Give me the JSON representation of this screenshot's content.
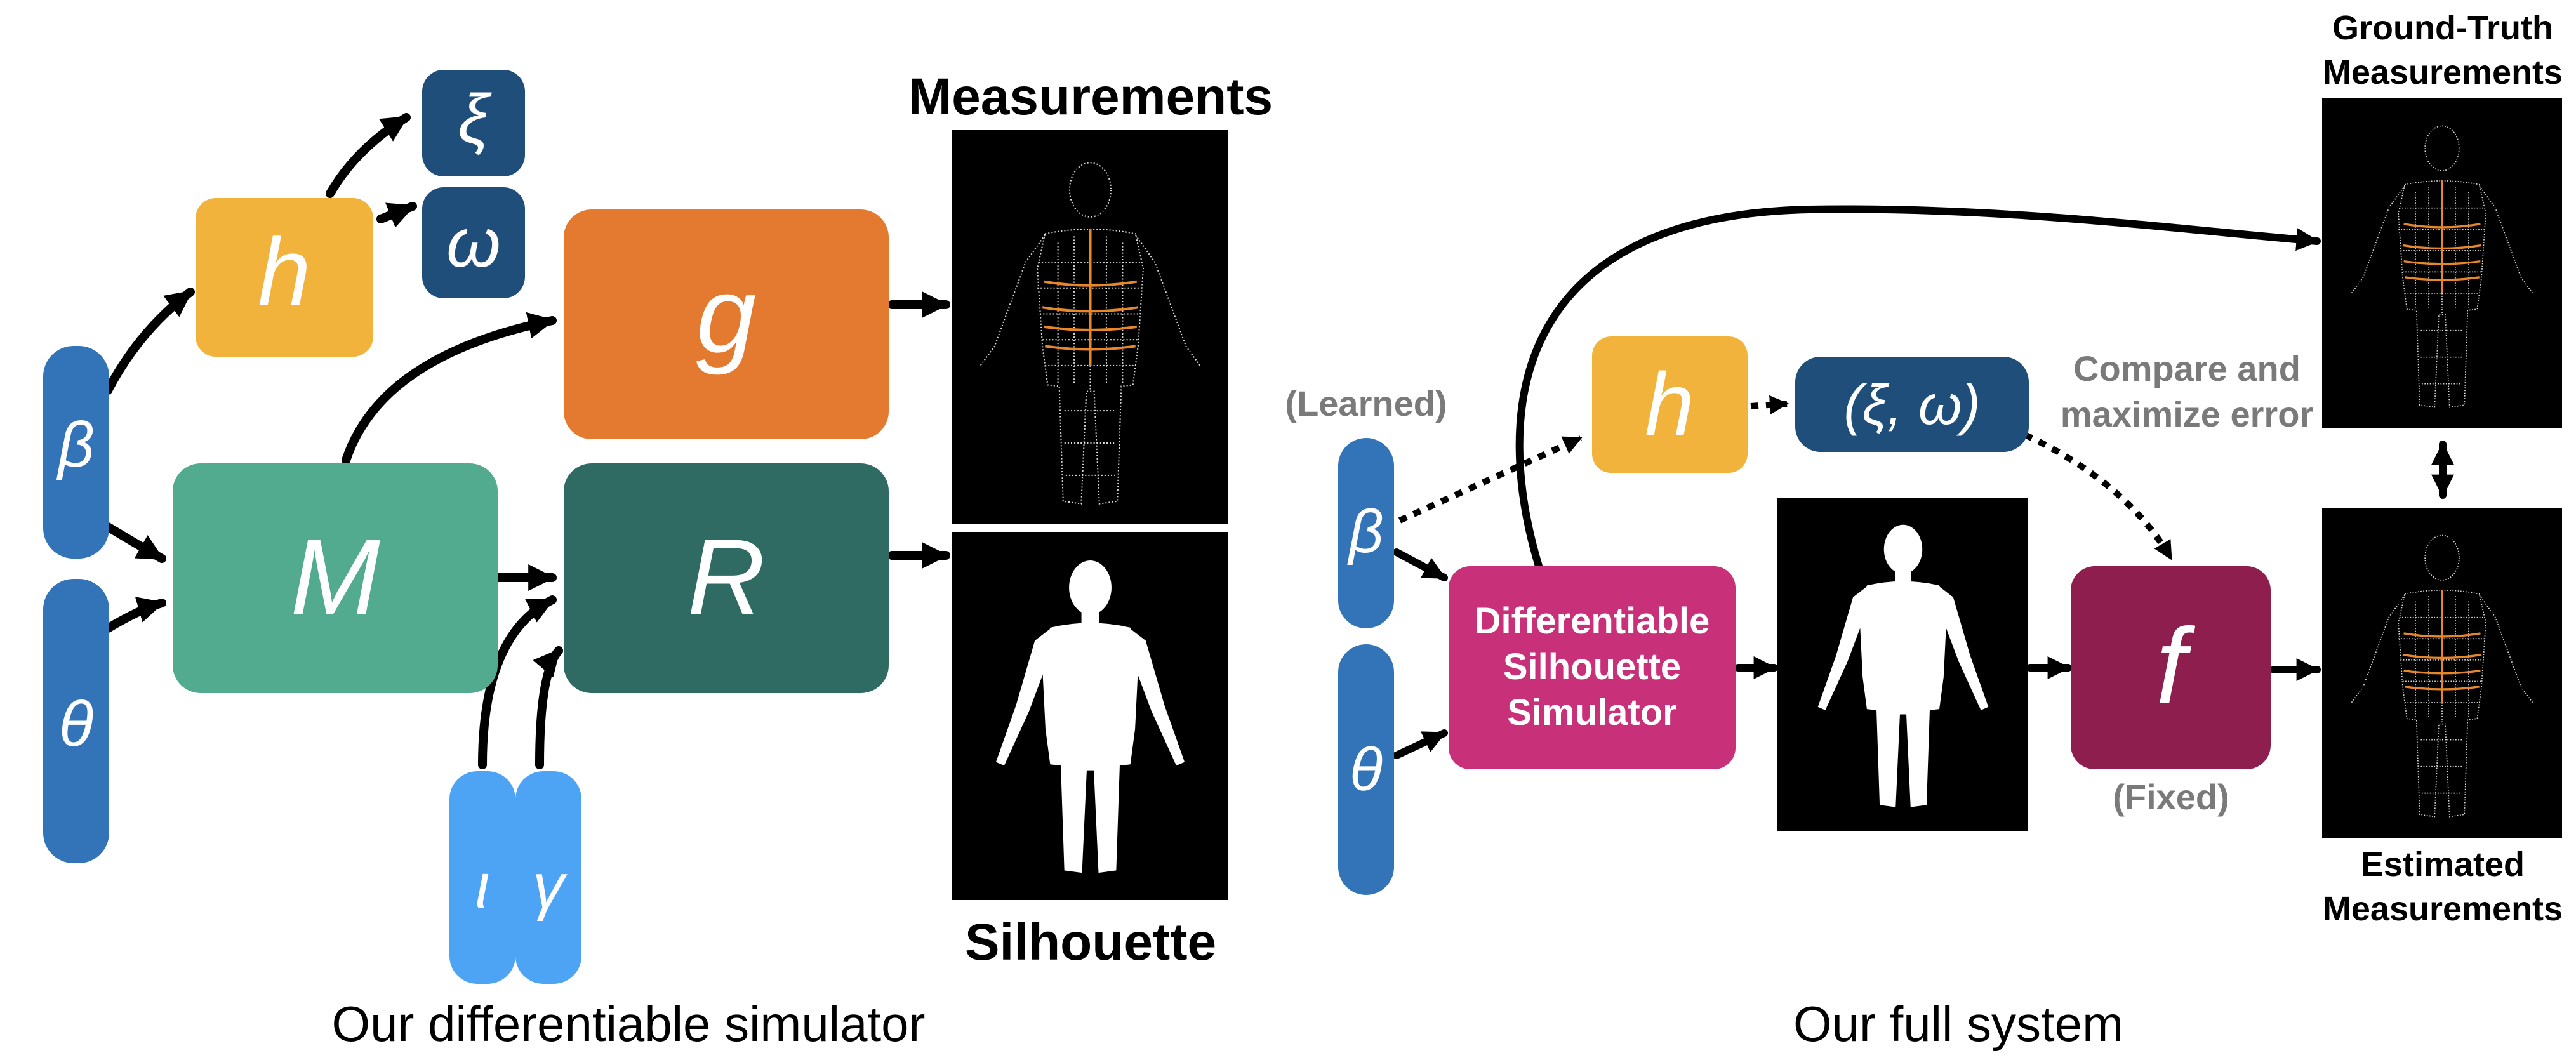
{
  "colors": {
    "input_blue": "#3374B8",
    "light_blue": "#4DA3F4",
    "h_yellow": "#F2B33D",
    "xi_navy": "#1F4E7A",
    "g_orange": "#E37A30",
    "M_teal": "#52AA8F",
    "R_teal": "#2F6B63",
    "simulator_pink": "#C8307A",
    "f_maroon": "#8D1E4E",
    "annotation_gray": "#7A7A7A"
  },
  "left": {
    "symbols": {
      "beta": "β",
      "theta": "θ",
      "h": "h",
      "xi": "ξ",
      "omega": "ω",
      "g": "g",
      "M": "M",
      "R": "R",
      "iota": "ι",
      "gamma": "γ"
    },
    "measurements_label": "Measurements",
    "silhouette_label": "Silhouette",
    "caption": "Our differentiable simulator"
  },
  "right": {
    "learned_label": "(Learned)",
    "fixed_label": "(Fixed)",
    "symbols": {
      "beta": "β",
      "theta": "θ",
      "h": "h",
      "xi_omega": "(ξ, ω)",
      "f": "f"
    },
    "simulator_lines": [
      "Differentiable",
      "Silhouette",
      "Simulator"
    ],
    "compare_lines": [
      "Compare and",
      "maximize error"
    ],
    "ground_truth_lines": [
      "Ground-Truth",
      "Measurements"
    ],
    "estimated_lines": [
      "Estimated",
      "Measurements"
    ],
    "caption": "Our full system"
  },
  "icons": {
    "mesh_images": "wireframe-body-mesh-icon",
    "silhouette_images": "body-silhouette-icon"
  }
}
